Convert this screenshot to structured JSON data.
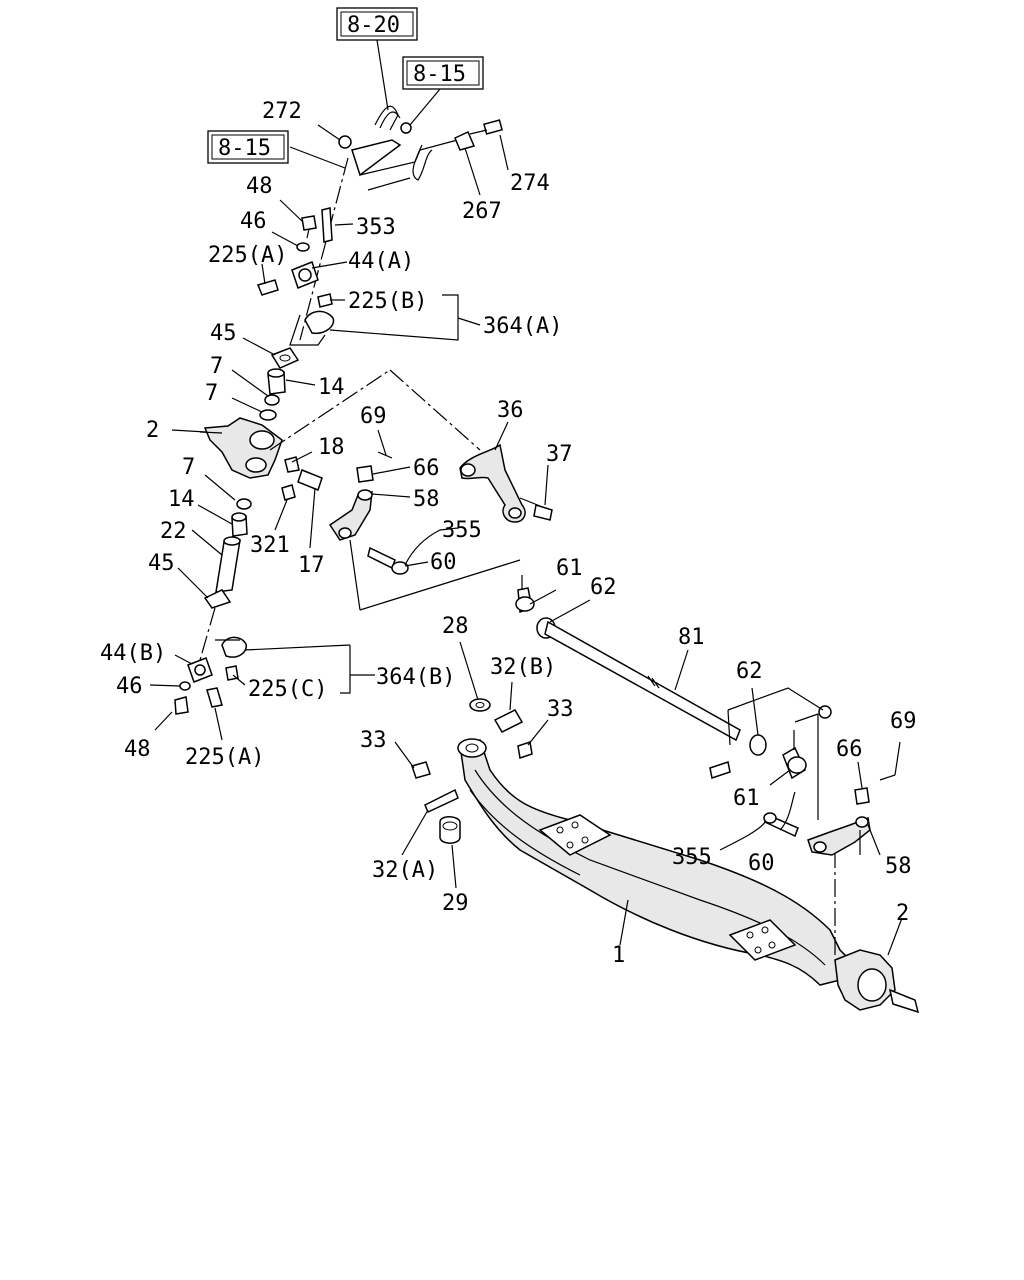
{
  "diagram": {
    "reference_boxes": [
      {
        "id": "ref-8-20",
        "text": "8-20"
      },
      {
        "id": "ref-8-15-top",
        "text": "8-15"
      },
      {
        "id": "ref-8-15-left",
        "text": "8-15"
      }
    ],
    "labels": {
      "l272": "272",
      "l274": "274",
      "l267": "267",
      "l48a": "48",
      "l46a": "46",
      "l353": "353",
      "l225a1": "225(A)",
      "l44a": "44(A)",
      "l225b": "225(B)",
      "l364a": "364(A)",
      "l45a": "45",
      "l7a": "7",
      "l14a": "14",
      "l7b": "7",
      "l2a": "2",
      "l69a": "69",
      "l36": "36",
      "l18": "18",
      "l66a": "66",
      "l37": "37",
      "l58a": "58",
      "l7c": "7",
      "l14b": "14",
      "l22": "22",
      "l321": "321",
      "l17": "17",
      "l355a": "355",
      "l60a": "60",
      "l45b": "45",
      "l61a": "61",
      "l62a": "62",
      "l28": "28",
      "l44b": "44(B)",
      "l364b": "364(B)",
      "l32b": "32(B)",
      "l81": "81",
      "l46b": "46",
      "l225c": "225(C)",
      "l33a": "33",
      "l62b": "62",
      "l48b": "48",
      "l225a2": "225(A)",
      "l33b": "33",
      "l69b": "69",
      "l66b": "66",
      "l61b": "61",
      "l355b": "355",
      "l60b": "60",
      "l58b": "58",
      "l32a": "32(A)",
      "l29": "29",
      "l1": "1",
      "l2b": "2"
    }
  }
}
